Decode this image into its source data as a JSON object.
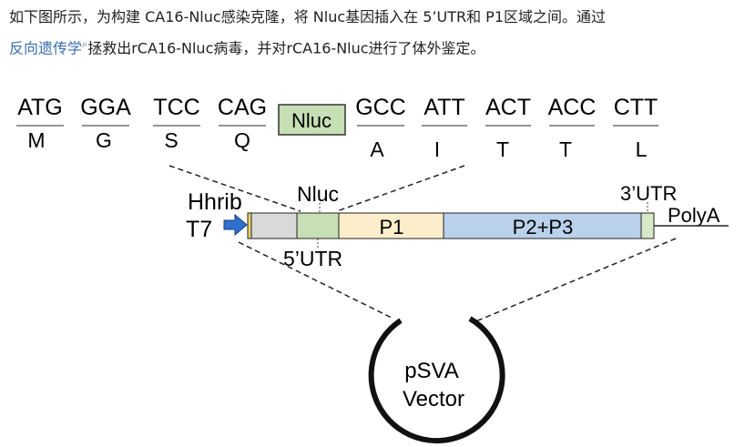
{
  "paragraph": {
    "line1": "如下图所示，为构建 CA16-Nluc感染克隆，将 Nluc基因插入在 5’UTR和 P1区域之间。通过",
    "link_text": "反向遗传学",
    "line2_rest": "拯救出rCA16-Nluc病毒，并对rCA16-Nluc进行了体外鉴定。"
  },
  "codons": [
    {
      "codon": "ATG",
      "aa": "M"
    },
    {
      "codon": "GGA",
      "aa": "G"
    },
    {
      "codon": "TCC",
      "aa": "S"
    },
    {
      "codon": "CAG",
      "aa": "Q"
    },
    {
      "codon": "GCC",
      "aa": "A"
    },
    {
      "codon": "ATT",
      "aa": "I"
    },
    {
      "codon": "ACT",
      "aa": "T"
    },
    {
      "codon": "ACC",
      "aa": "T"
    },
    {
      "codon": "CTT",
      "aa": "L"
    }
  ],
  "insert_box": {
    "label": "Nluc",
    "color": "#c6dfb4"
  },
  "construct": {
    "hhrib": "Hhrib",
    "t7": "T7",
    "nluc": "Nluc",
    "utr5": "5’UTR",
    "p1": "P1",
    "p2p3": "P2+P3",
    "utr3": "3’UTR",
    "polya": "PolyA",
    "colors": {
      "hhrib": "#e8d36a",
      "utr5": "#d9d9d9",
      "nluc": "#c6dfb4",
      "p1": "#fdeecb",
      "p2p3": "#b9d1ea",
      "utr3": "#d6e8c6",
      "arrow": "#2f6fd0"
    }
  },
  "vector": {
    "line1": "pSVA",
    "line2": "Vector"
  }
}
